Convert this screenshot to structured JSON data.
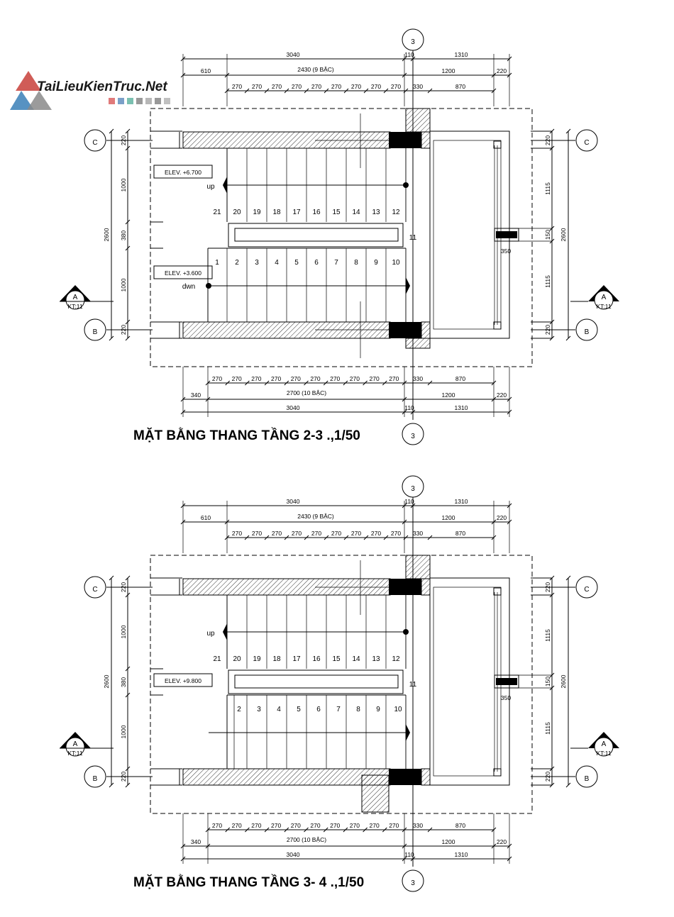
{
  "logo": {
    "text": "TaiLieuKienTruc.Net",
    "colors": [
      "#c8403a",
      "#3a7fb7",
      "#2f8f7b",
      "#8a8a8a"
    ]
  },
  "plans": [
    {
      "title": "MẶT BẰNG THANG TẦNG 2-3  .,1/50",
      "grid_axis": "3",
      "grid_rows": [
        "C",
        "B"
      ],
      "section_mark": {
        "letter": "A",
        "sheet": "KT:11"
      },
      "top_dims": {
        "overall": "3040",
        "mid": "110",
        "right": "1310",
        "left_offset": "610",
        "flight": "2430 (9 BẬC)",
        "landing": "1200",
        "edge": "220",
        "treads": [
          "270",
          "270",
          "270",
          "270",
          "270",
          "270",
          "270",
          "270",
          "270"
        ],
        "w330": "330",
        "w870": "870"
      },
      "bottom_dims": {
        "treads": [
          "270",
          "270",
          "270",
          "270",
          "270",
          "270",
          "270",
          "270",
          "270",
          "270"
        ],
        "w330": "330",
        "w870": "870",
        "left": "340",
        "flight": "2700 (10 BẬC)",
        "landing": "1200",
        "edge": "220",
        "overall": "3040",
        "mid": "110",
        "right": "1310"
      },
      "left_dims": {
        "total": "2600",
        "wall_top": "220",
        "flight_top": "1000",
        "well": "380",
        "flight_bottom": "1000",
        "wall_bottom": "220"
      },
      "right_dims": {
        "total": "2600",
        "wall_top": "220",
        "upper": "1115",
        "window": "150",
        "lower": "1115",
        "wall_bottom": "220",
        "sill": "350"
      },
      "upper_steps": [
        "21",
        "20",
        "19",
        "18",
        "17",
        "16",
        "15",
        "14",
        "13",
        "12"
      ],
      "lower_steps": [
        "1",
        "2",
        "3",
        "4",
        "5",
        "6",
        "7",
        "8",
        "9",
        "10"
      ],
      "landing_step": "11",
      "elev_upper": "ELEV. +6.700",
      "elev_lower": "ELEV. +3.600",
      "up_label": "up",
      "down_label": "dwn"
    },
    {
      "title": "MẶT BẰNG THANG TẦNG 3- 4  .,1/50",
      "grid_axis": "3",
      "grid_rows": [
        "C",
        "B"
      ],
      "section_mark": {
        "letter": "A",
        "sheet": "KT:11"
      },
      "top_dims": {
        "overall": "3040",
        "mid": "110",
        "right": "1310",
        "left_offset": "610",
        "flight": "2430 (9 BẬC)",
        "landing": "1200",
        "edge": "220",
        "treads": [
          "270",
          "270",
          "270",
          "270",
          "270",
          "270",
          "270",
          "270",
          "270"
        ],
        "w330": "330",
        "w870": "870"
      },
      "bottom_dims": {
        "treads": [
          "270",
          "270",
          "270",
          "270",
          "270",
          "270",
          "270",
          "270",
          "270",
          "270"
        ],
        "w330": "330",
        "w870": "870",
        "left": "340",
        "flight": "2700 (10 BẬC)",
        "landing": "1200",
        "edge": "220",
        "overall": "3040",
        "mid": "110",
        "right": "1310"
      },
      "left_dims": {
        "total": "2600",
        "wall_top": "220",
        "flight_top": "1000",
        "well": "380",
        "flight_bottom": "1000",
        "wall_bottom": "220"
      },
      "right_dims": {
        "total": "2600",
        "wall_top": "220",
        "upper": "1115",
        "window": "150",
        "lower": "1115",
        "wall_bottom": "220",
        "sill": "350"
      },
      "upper_steps": [
        "21",
        "20",
        "19",
        "18",
        "17",
        "16",
        "15",
        "14",
        "13",
        "12"
      ],
      "lower_steps": [
        "2",
        "3",
        "4",
        "5",
        "6",
        "7",
        "8",
        "9",
        "10"
      ],
      "landing_step": "11",
      "elev_upper": "",
      "elev_lower": "ELEV. +9.800",
      "up_label": "up",
      "down_label": ""
    }
  ]
}
